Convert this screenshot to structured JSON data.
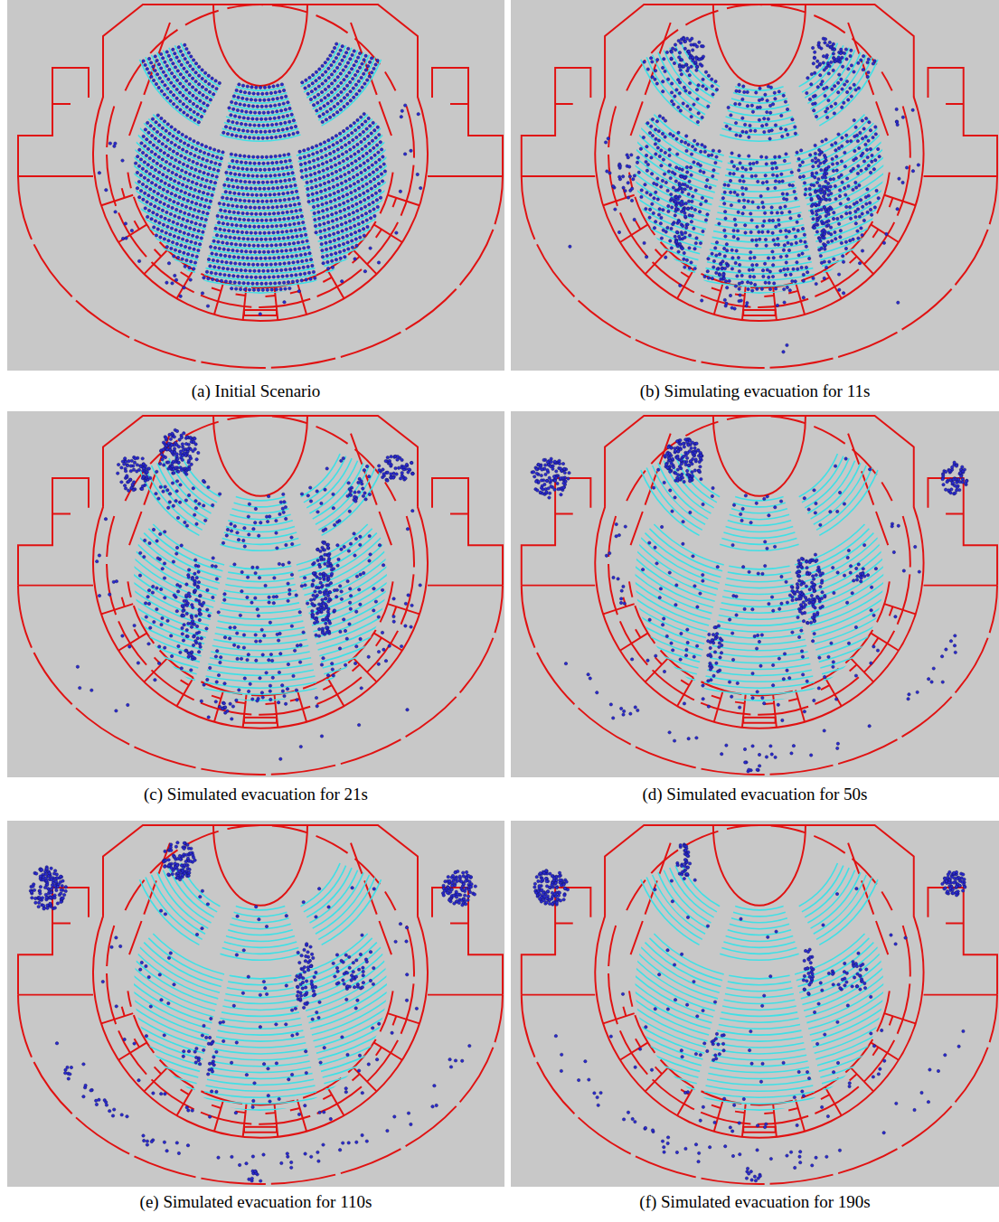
{
  "diagram": {
    "labels": [
      "(a) Initial Scenario",
      "(b) Simulating evacuation for 11s",
      "(c) Simulated evacuation for 21s",
      "(d) Simulated evacuation for 50s",
      "(e) Simulated evacuation for 110s",
      "(f) Simulated evacuation for 190s"
    ]
  }
}
